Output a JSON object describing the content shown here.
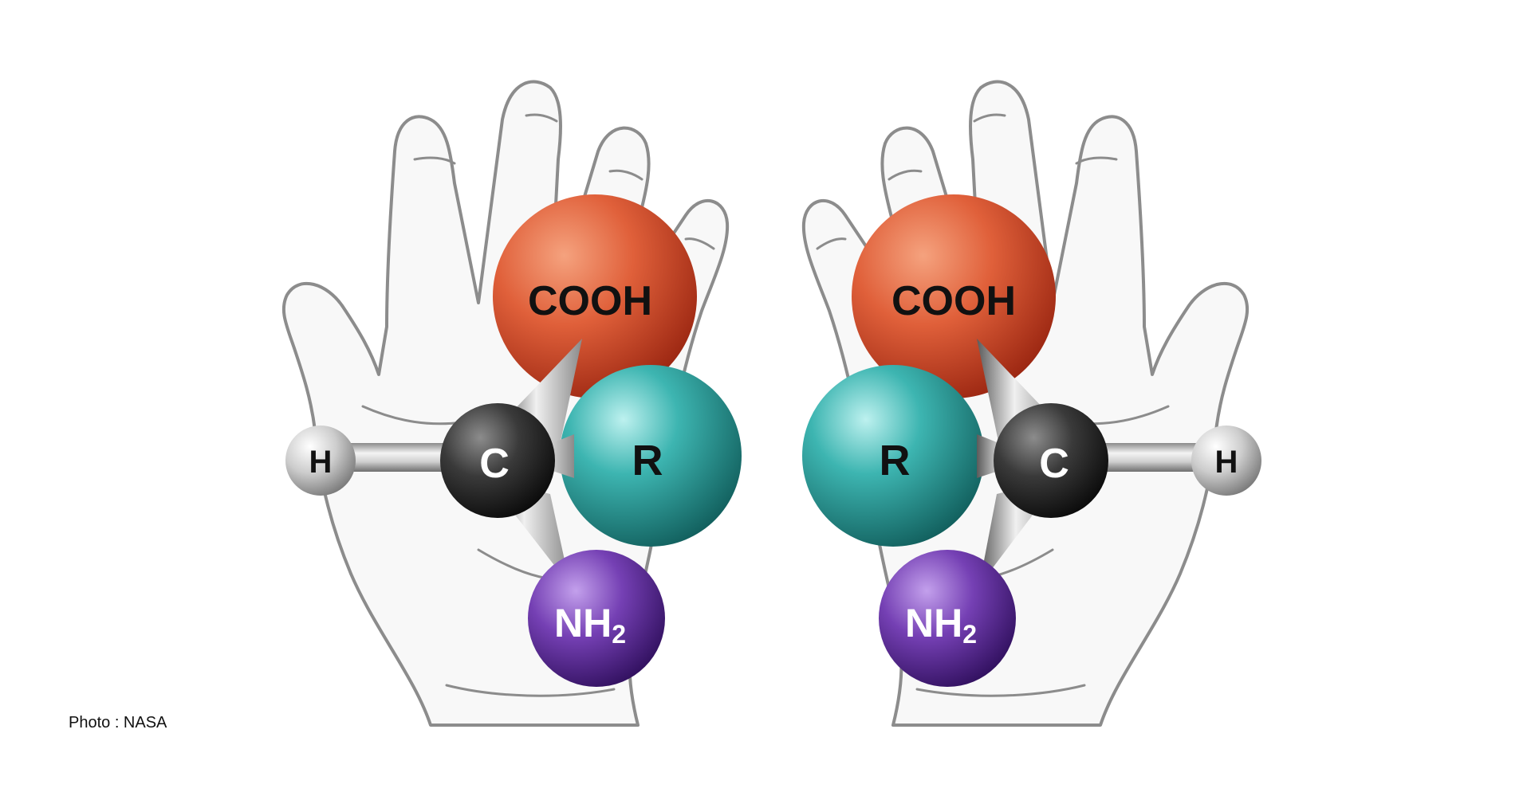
{
  "figure": {
    "left_molecule": {
      "h_label": "H",
      "c_label": "C",
      "cooh_label": "COOH",
      "r_label": "R",
      "nh_label": "NH",
      "nh_subscript": "2"
    },
    "right_molecule": {
      "h_label": "H",
      "c_label": "C",
      "cooh_label": "COOH",
      "r_label": "R",
      "nh_label": "NH",
      "nh_subscript": "2"
    }
  },
  "credit": "Photo : NASA",
  "colors": {
    "background": "#ffffff",
    "hand_outline": "#8c8c8c",
    "hand_fill": "#f8f8f8",
    "cooh_atom": "#d9532b",
    "r_atom": "#2aa3a0",
    "nh2_atom": "#6a35a8",
    "c_atom": "#2f2f2f",
    "h_atom": "#c8c8c8"
  }
}
